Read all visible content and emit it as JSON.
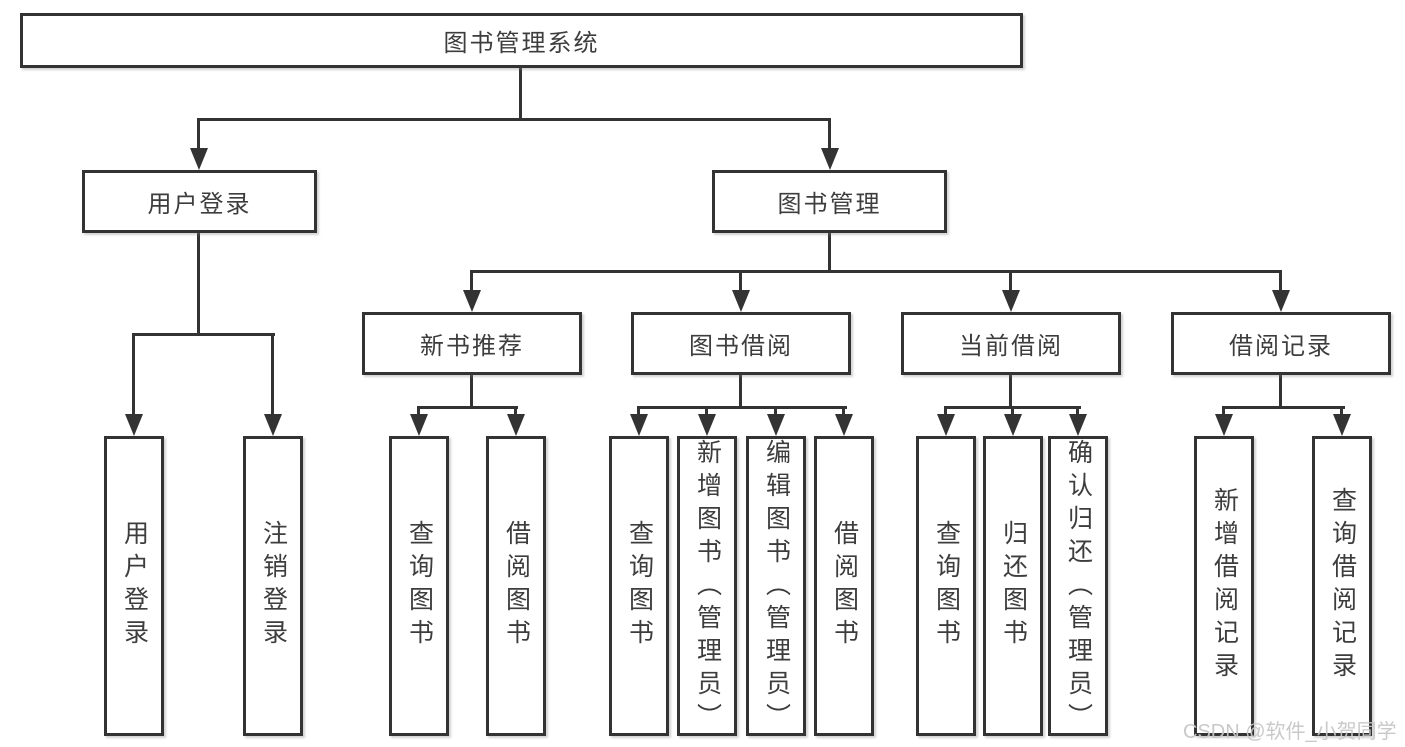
{
  "diagram": {
    "root": {
      "label": "图书管理系统"
    },
    "branches": [
      {
        "label": "用户登录",
        "children": [
          {
            "label": "用户登录"
          },
          {
            "label": "注销登录"
          }
        ]
      },
      {
        "label": "图书管理",
        "children": [
          {
            "label": "新书推荐",
            "children": [
              {
                "label": "查询图书"
              },
              {
                "label": "借阅图书"
              }
            ]
          },
          {
            "label": "图书借阅",
            "children": [
              {
                "label": "查询图书"
              },
              {
                "label": "新增图书（管理员）"
              },
              {
                "label": "编辑图书（管理员）"
              },
              {
                "label": "借阅图书"
              }
            ]
          },
          {
            "label": "当前借阅",
            "children": [
              {
                "label": "查询图书"
              },
              {
                "label": "归还图书"
              },
              {
                "label": "确认归还（管理员）"
              }
            ]
          },
          {
            "label": "借阅记录",
            "children": [
              {
                "label": "新增借阅记录"
              },
              {
                "label": "查询借阅记录"
              }
            ]
          }
        ]
      }
    ]
  },
  "watermark": "CSDN @软件_小贺同学",
  "colors": {
    "line": "#333333",
    "text": "#3d3d3d",
    "background": "#ffffff",
    "watermark": "#c6c6c6"
  }
}
